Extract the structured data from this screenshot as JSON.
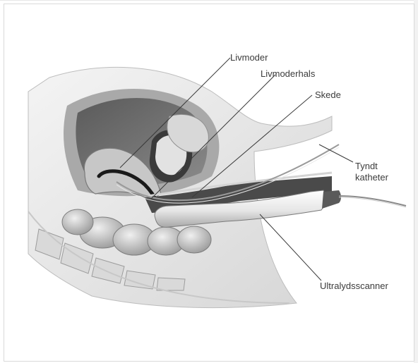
{
  "labels": {
    "uterus": "Livmoder",
    "cervix": "Livmoderhals",
    "vagina": "Skede",
    "catheter_line1": "Tyndt",
    "catheter_line2": "katheter",
    "scanner": "Ultralydsscanner"
  },
  "colors": {
    "frame_border": "#d9d9d9",
    "tissue_light": "#e8e8e8",
    "tissue_mid": "#c4c4c4",
    "tissue_dark": "#6a6a6a",
    "cavity_black": "#2b2b2b",
    "leader_line": "#3a3a3a",
    "label_text": "#3b3b3b"
  },
  "icons": [
    "ultrasound-probe-icon",
    "catheter-icon"
  ]
}
